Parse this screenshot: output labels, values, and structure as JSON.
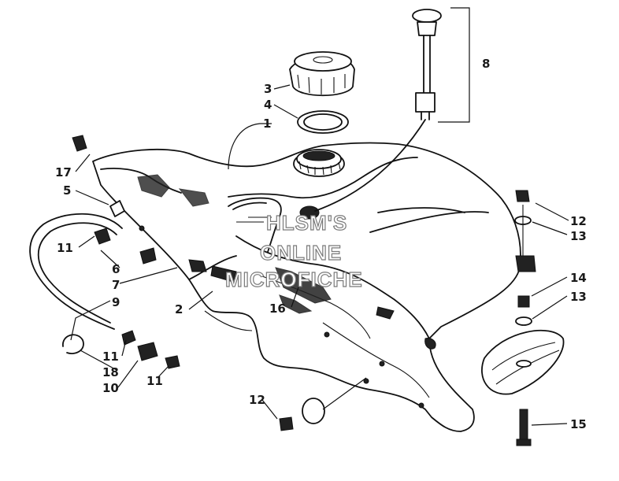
{
  "diagram": {
    "callouts": [
      {
        "id": "c1",
        "label": "1"
      },
      {
        "id": "c2",
        "label": "2"
      },
      {
        "id": "c3",
        "label": "3"
      },
      {
        "id": "c4",
        "label": "4"
      },
      {
        "id": "c5",
        "label": "5"
      },
      {
        "id": "c6",
        "label": "6"
      },
      {
        "id": "c7",
        "label": "7"
      },
      {
        "id": "c8",
        "label": "8"
      },
      {
        "id": "c9",
        "label": "9"
      },
      {
        "id": "c10",
        "label": "10"
      },
      {
        "id": "c11a",
        "label": "11"
      },
      {
        "id": "c11b",
        "label": "11"
      },
      {
        "id": "c11c",
        "label": "11"
      },
      {
        "id": "c12a",
        "label": "12"
      },
      {
        "id": "c12b",
        "label": "12"
      },
      {
        "id": "c13a",
        "label": "13"
      },
      {
        "id": "c13b",
        "label": "13"
      },
      {
        "id": "c14",
        "label": "14"
      },
      {
        "id": "c15",
        "label": "15"
      },
      {
        "id": "c16",
        "label": "16"
      },
      {
        "id": "c17",
        "label": "17"
      },
      {
        "id": "c18",
        "label": "18"
      }
    ],
    "watermark": {
      "line1": "HLSM'S",
      "line2": "ONLINE",
      "line3": "MICROFICHE"
    }
  }
}
